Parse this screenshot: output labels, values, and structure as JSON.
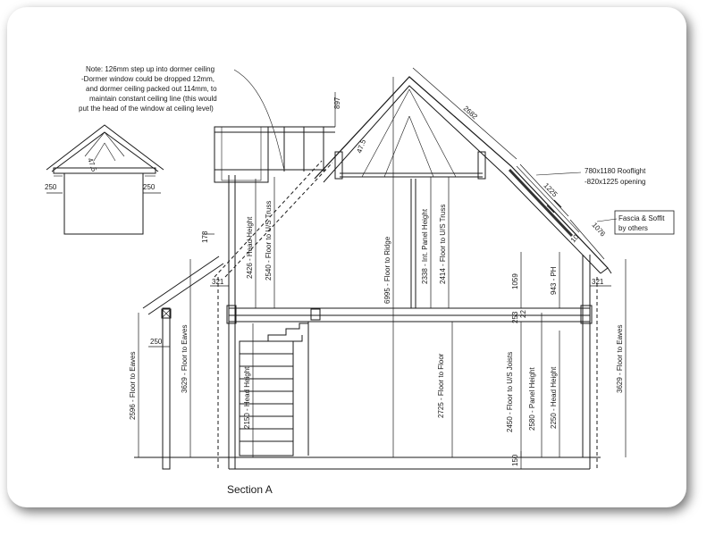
{
  "note": {
    "lines": [
      "Note: 126mm step up into dormer ceiling",
      "-Dormer window could be dropped 12mm,",
      "and dormer ceiling packed out 114mm, to",
      "maintain constant ceiling line (this would",
      "put the head of the window at ceiling level)"
    ]
  },
  "rooflight": {
    "line1": "780x1180 Rooflight",
    "line2": "-820x1225 opening"
  },
  "fascia": {
    "line1": "Fascia & Soffit",
    "line2": "by others"
  },
  "section_title": "Section A",
  "dims": {
    "slope_top": "2682",
    "rooflight_len": "1225",
    "slope_low": "1076",
    "d897": "897",
    "angle_main": "47.5",
    "angle_detail": "47.5",
    "d250_detail_left": "250",
    "d250_detail_right": "250",
    "d178": "178",
    "d321_left": "321",
    "d321_right": "321",
    "d250_eaves": "250",
    "d10": "10",
    "head_height_upper": "2426 - Head Height",
    "floor_us_truss_upper": "2540 - Floor to U/S Truss",
    "floor_to_ridge": "6995 - Floor to Ridge",
    "int_panel_height": "2338 - Int. Panel Height",
    "floor_us_truss_right": "2414 - Floor to U/S Truss",
    "d1059": "1059",
    "ph943": "943 - PH",
    "d253": "253",
    "d22": "22",
    "floor_eaves_far_left": "2596 - Floor to Eaves",
    "floor_eaves_left": "3629 - Floor to Eaves",
    "head_height_lower": "2150 - Head Height",
    "floor_to_floor": "2725 - Floor to Floor",
    "floor_us_joists": "2450 - Floor to U/S Joists",
    "panel_height": "2580 - Panel Height",
    "head_height_right": "2250 - Head Height",
    "floor_eaves_right": "3629 - Floor to Eaves",
    "d150": "150"
  }
}
